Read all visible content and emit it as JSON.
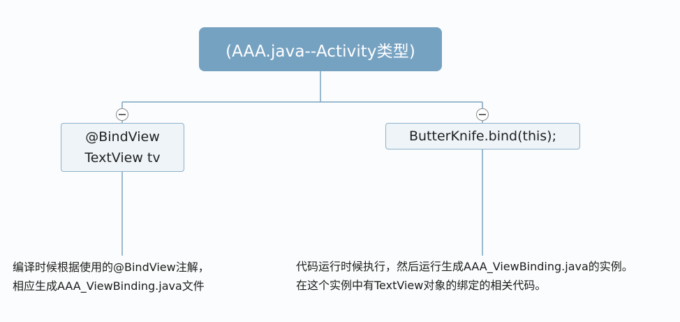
{
  "diagram": {
    "root": {
      "label": "(AAA.java--Activity类型)"
    },
    "left_branch": {
      "lines": [
        "@BindView",
        "TextView tv"
      ],
      "note": [
        "编译时候根据使用的@BindView注解，",
        "相应生成AAA_ViewBinding.java文件"
      ]
    },
    "right_branch": {
      "label": "ButterKnife.bind(this);",
      "note": [
        "代码运行时候执行，然后运行生成AAA_ViewBinding.java的实例。",
        "在这个实例中有TextView对象的绑定的相关代码。"
      ]
    },
    "colors": {
      "root_fill": "#76a2c2",
      "child_fill": "#eef4f8",
      "child_border": "#8db1cb",
      "connector": "#7aa3bf"
    }
  }
}
